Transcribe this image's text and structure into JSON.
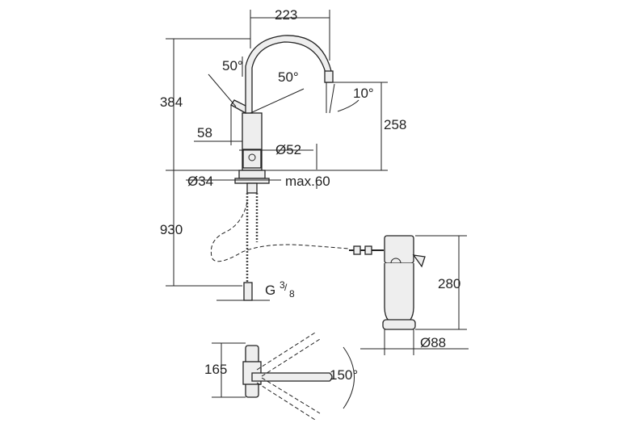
{
  "dimensions": {
    "spout_reach": "223",
    "total_height": "384",
    "angle_lever_left": "50°",
    "angle_lever_right": "50°",
    "spout_tilt": "10°",
    "spout_height": "258",
    "lever_offset": "58",
    "body_diameter": "Ø52",
    "hole_diameter": "Ø34",
    "max_thickness": "max.60",
    "hose_length": "930",
    "thread_prefix": "G",
    "thread_num": "3",
    "thread_den": "8",
    "filter_height": "280",
    "filter_diameter": "Ø88",
    "top_view_height": "165",
    "swivel_angle": "150°"
  }
}
